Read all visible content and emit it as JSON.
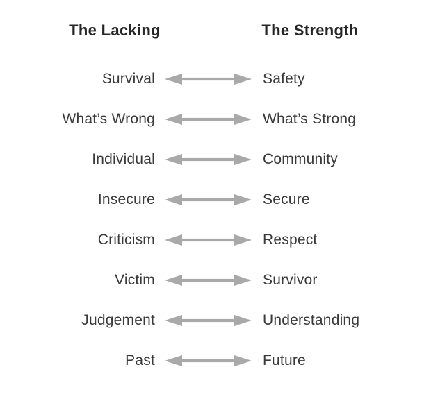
{
  "page": {
    "background_color": "#ffffff"
  },
  "headers": {
    "left": "The Lacking",
    "right": "The Strength"
  },
  "colors": {
    "heading_text": "#262626",
    "body_text": "#3a3a3a",
    "arrow": "#a9a9a9"
  },
  "icons": {
    "row_connector": "double-headed-arrow-icon"
  },
  "rows": [
    {
      "lacking": "Survival",
      "strength": "Safety"
    },
    {
      "lacking": "What’s Wrong",
      "strength": "What’s Strong"
    },
    {
      "lacking": "Individual",
      "strength": "Community"
    },
    {
      "lacking": "Insecure",
      "strength": "Secure"
    },
    {
      "lacking": "Criticism",
      "strength": "Respect"
    },
    {
      "lacking": "Victim",
      "strength": "Survivor"
    },
    {
      "lacking": "Judgement",
      "strength": "Understanding"
    },
    {
      "lacking": "Past",
      "strength": "Future"
    }
  ]
}
